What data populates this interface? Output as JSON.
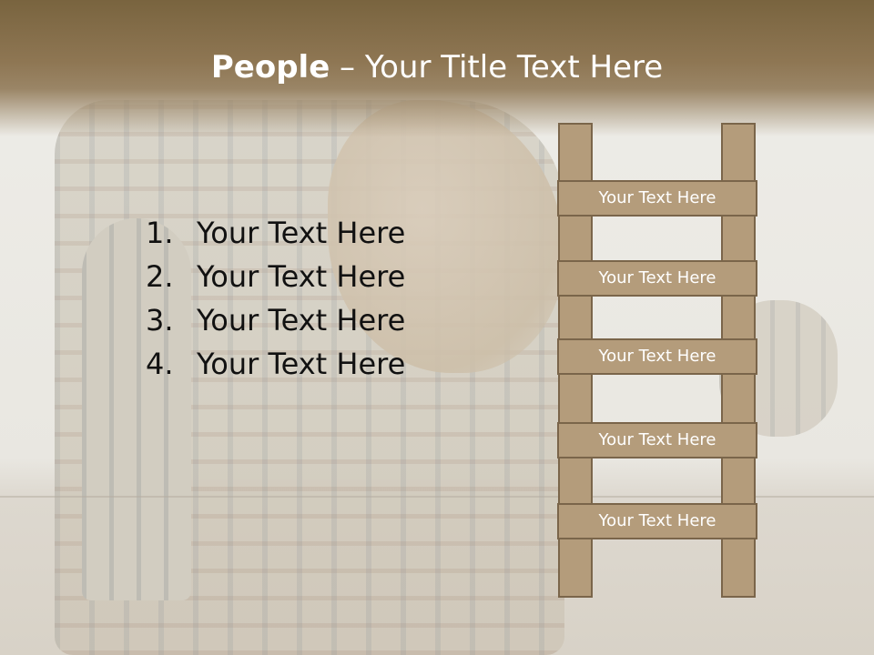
{
  "slide": {
    "title_bold": "People",
    "title_rest": " – Your Title Text Here"
  },
  "list": {
    "items": [
      {
        "num": "1.",
        "text": "Your Text Here"
      },
      {
        "num": "2.",
        "text": "Your Text Here"
      },
      {
        "num": "3.",
        "text": "Your Text Here"
      },
      {
        "num": "4.",
        "text": "Your Text Here"
      }
    ]
  },
  "ladder": {
    "rungs": [
      "Your Text Here",
      "Your Text Here",
      "Your Text Here",
      "Your Text Here",
      "Your Text Here"
    ]
  },
  "colors": {
    "title_bar": "#8e7653",
    "ladder_fill": "#b49c7b",
    "ladder_border": "#7a654a"
  }
}
